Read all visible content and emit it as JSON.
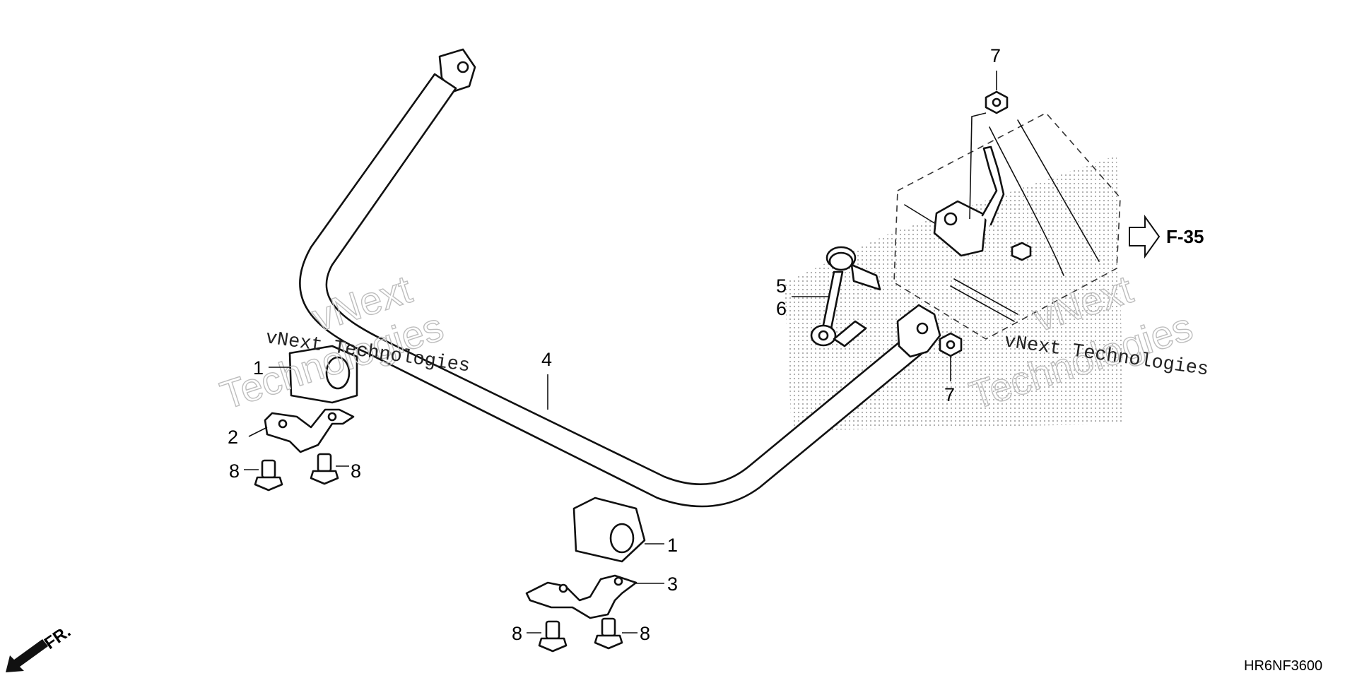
{
  "callouts": {
    "bushing_left": "1",
    "bushing_center": "1",
    "holder_left": "2",
    "holder_center": "3",
    "stabilizer_bar": "4",
    "link_upper": "5",
    "link_lower": "6",
    "nut_top": "7",
    "nut_bottom": "7",
    "bolt_left_a": "8",
    "bolt_left_b": "8",
    "bolt_center_a": "8",
    "bolt_center_b": "8"
  },
  "reference": {
    "label": "F-35"
  },
  "direction": {
    "label": "FR."
  },
  "diagram_code": "HR6NF3600",
  "watermarks": {
    "brand_line1": "vNext",
    "brand_line2": "Technologies",
    "brand_full": "vNext Technologies"
  },
  "colors": {
    "ink": "#111111",
    "stipple": "#9a9a9a",
    "watermark": "#bdbdbd"
  },
  "icons": {
    "direction": "arrow-down-left-icon",
    "reference": "outline-arrow-right-icon"
  }
}
